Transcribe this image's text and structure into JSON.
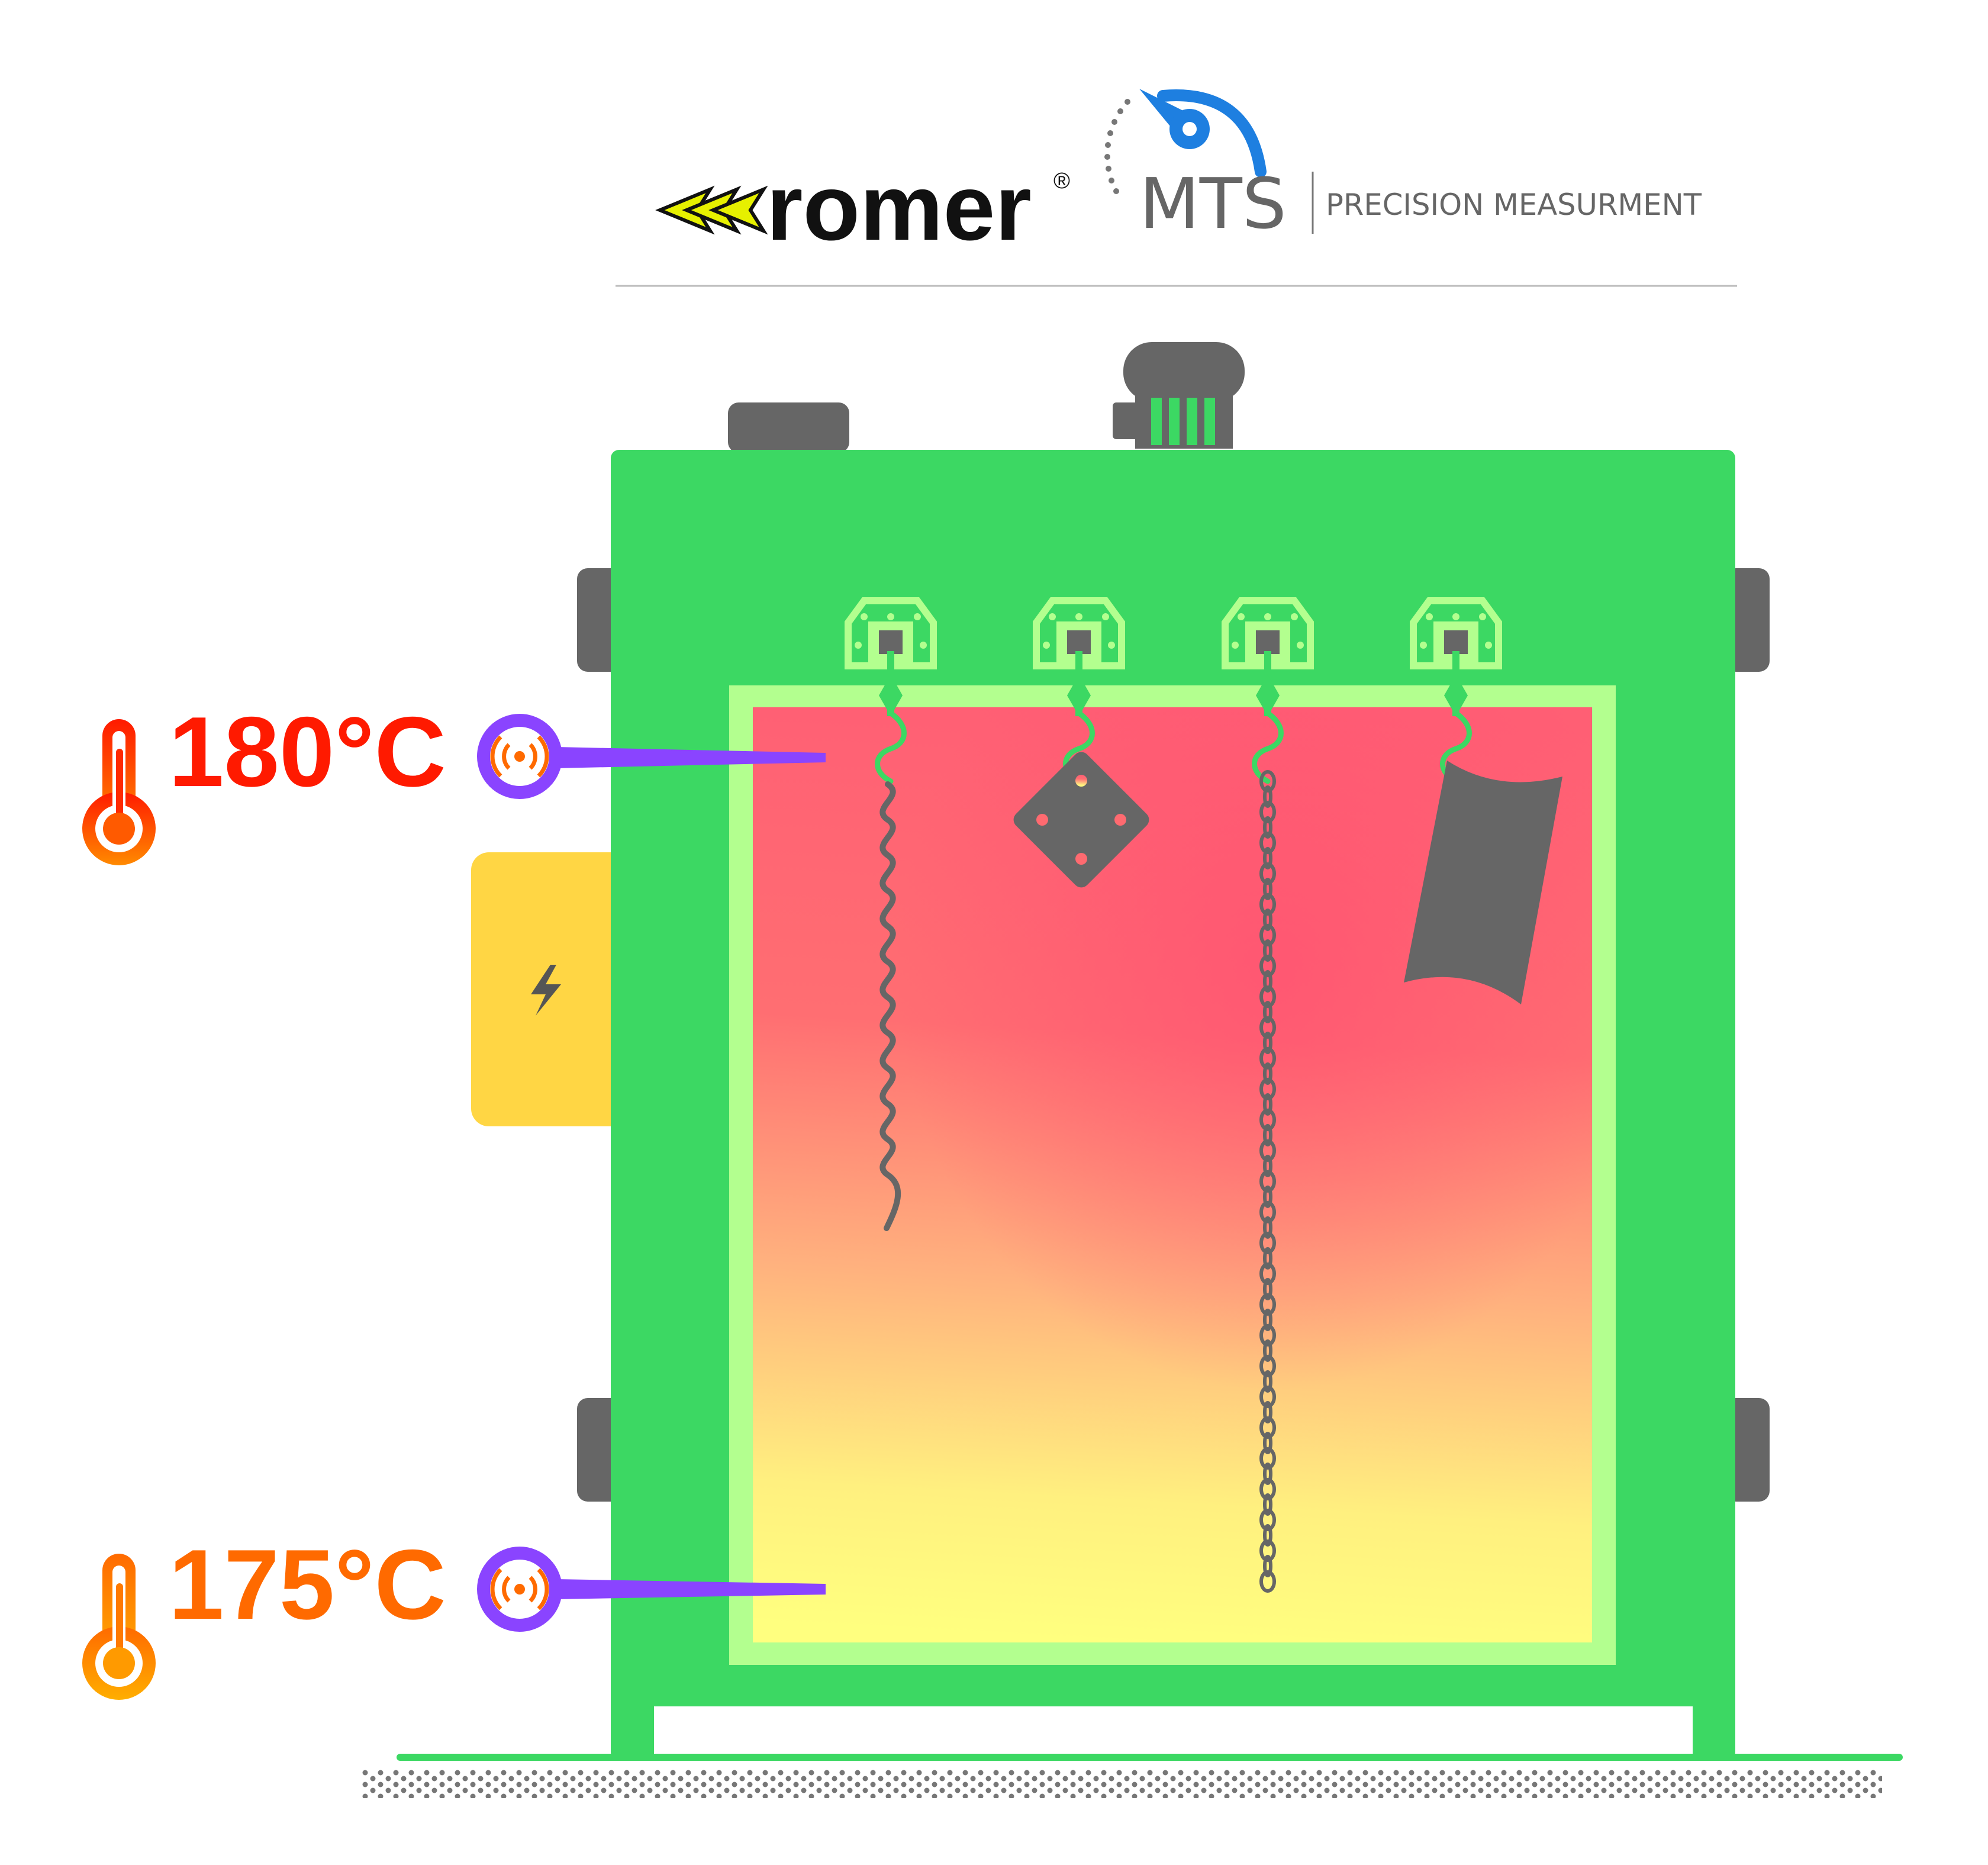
{
  "brand": {
    "romer_name": "romer",
    "romer_mark": "®",
    "mts_name": "MTS",
    "mts_tagline": "PRECISION MEASURMENT"
  },
  "sensors": [
    {
      "reading": "180°C",
      "color": "#ff1a00"
    },
    {
      "reading": "175°C",
      "color": "#ff6a00"
    }
  ],
  "colors": {
    "oven_body": "#3cd863",
    "oven_frame": "#b3ff8f",
    "chamber_hot": "#ff5a72",
    "chamber_cool": "#ffff7f",
    "hardware": "#666666",
    "control_box": "#ffd644",
    "probe": "#8a44ff",
    "mts_blue": "#1e7fe0"
  },
  "icons": {
    "thermometer": "thermometer-icon",
    "sensor": "wireless-sensor-icon",
    "power": "lightning-icon"
  },
  "hung_parts": [
    "spring",
    "plate",
    "chain",
    "bracket"
  ]
}
